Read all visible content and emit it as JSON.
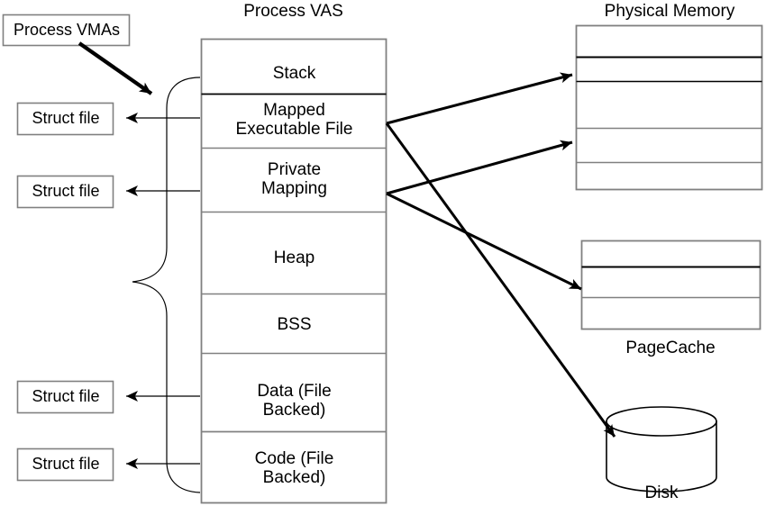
{
  "diagram": {
    "title_process_vas": "Process VAS",
    "title_physical_memory": "Physical Memory",
    "title_pagecache": "PageCache",
    "title_disk": "Disk",
    "process_vmas_box": {
      "label": "Process VMAs"
    },
    "struct_file_boxes": [
      {
        "label": "Struct file",
        "connects_to": "Mapped Executable File"
      },
      {
        "label": "Struct file",
        "connects_to": "Private Mapping"
      },
      {
        "label": "Struct file",
        "connects_to": "Data (File Backed)"
      },
      {
        "label": "Struct file",
        "connects_to": "Code (File Backed)"
      }
    ],
    "vas_rows": [
      {
        "label": "Stack"
      },
      {
        "label": "Mapped\nExecutable File"
      },
      {
        "label": "Private\nMapping"
      },
      {
        "label": "Heap"
      },
      {
        "label": "BSS"
      },
      {
        "label": "Data (File\nBacked)"
      },
      {
        "label": "Code (File\nBacked)"
      }
    ],
    "physical_memory_rows": 5,
    "pagecache_rows": 3,
    "colors": {
      "stroke": "#000000",
      "light_stroke": "#808080",
      "background": "#ffffff"
    }
  }
}
